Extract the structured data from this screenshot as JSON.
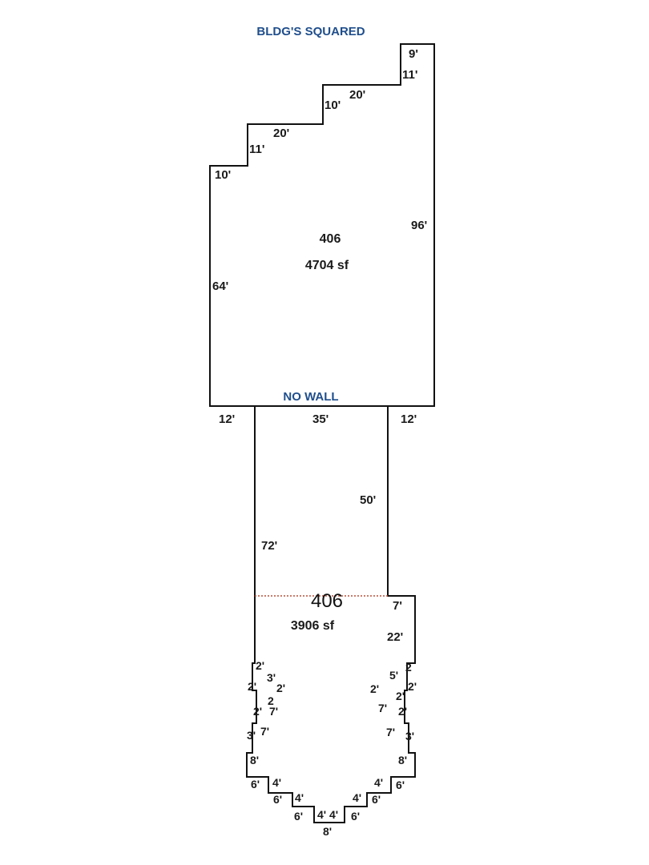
{
  "notes": {
    "top": "BLDG'S SQUARED",
    "middle": "NO WALL"
  },
  "areas": {
    "upper": {
      "id": "406",
      "size": "4704 sf"
    },
    "lower": {
      "id": "406",
      "size": "3906 sf"
    }
  },
  "dims": {
    "top_9": "9'",
    "top_11": "11'",
    "top_20a": "20'",
    "top_10a": "10'",
    "top_20b": "20'",
    "top_11b": "11'",
    "top_10b": "10'",
    "right_96": "96'",
    "left_64": "64'",
    "bot_12l": "12'",
    "bot_35": "35'",
    "bot_12r": "12'",
    "right_50": "50'",
    "left_72": "72'",
    "right_7": "7'",
    "right_22": "22'",
    "l_2a": "2'",
    "l_3a": "3'",
    "l_2b": "2'",
    "l_2c": "2'",
    "l_2d": "2",
    "l_2e": "2'",
    "l_7a": "7'",
    "l_3b": "3'",
    "l_7b": "7'",
    "l_8": "8'",
    "l_6a": "6'",
    "l_4a": "4'",
    "l_6b": "6'",
    "l_4b": "4'",
    "l_6c": "6'",
    "b_4l": "4'",
    "b_4r": "4'",
    "b_8": "8'",
    "r_2a": "2",
    "r_5": "5'",
    "r_2b": "2'",
    "r_2c": "2'",
    "r_2d": "2'",
    "r_7a": "7'",
    "r_2e": "2'",
    "r_7b": "7'",
    "r_3": "3'",
    "r_8": "8'",
    "r_6a": "6'",
    "r_4a": "4'",
    "r_6b": "6'",
    "r_4b": "4'",
    "r_6c": "6'"
  },
  "colors": {
    "note": "#1f4e8c",
    "divider": "#b5513a",
    "line": "#111111"
  }
}
